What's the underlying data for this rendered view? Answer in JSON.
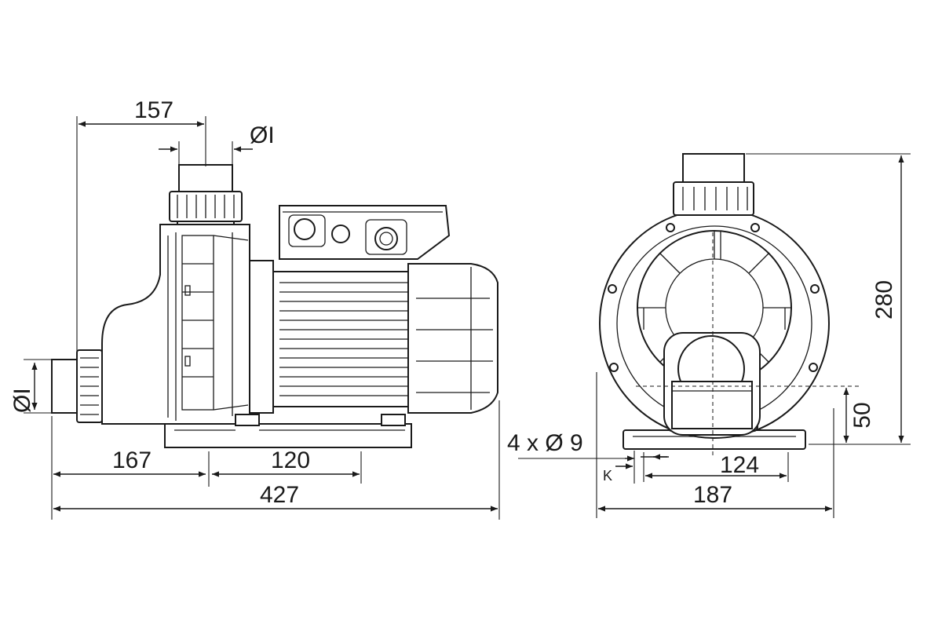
{
  "side_view": {
    "dim_157": "157",
    "dim_inlet": "ØI",
    "dim_outlet": "ØI",
    "dim_167": "167",
    "dim_120": "120",
    "dim_427": "427"
  },
  "front_view": {
    "dim_280": "280",
    "dim_50": "50",
    "dim_holes": "4 x Ø 9",
    "dim_k": "K",
    "dim_124": "124",
    "dim_187": "187"
  }
}
